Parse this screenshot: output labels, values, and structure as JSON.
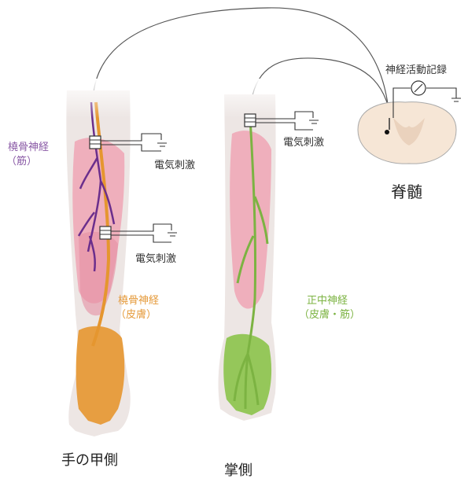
{
  "labels": {
    "radial_nerve_muscle_1": "橈骨神経",
    "radial_nerve_muscle_2": "（筋）",
    "radial_nerve_skin_1": "橈骨神経",
    "radial_nerve_skin_2": "（皮膚）",
    "median_nerve_1": "正中神経",
    "median_nerve_2": "（皮膚・筋）",
    "stim_1": "電気刺激",
    "stim_2": "電気刺激",
    "stim_3": "電気刺激",
    "recording": "神経活動記録",
    "spinal_cord": "脊髄",
    "dorsal_side": "手の甲側",
    "palmar_side": "掌側"
  },
  "colors": {
    "radial_muscle_nerve": "#6b2e8c",
    "radial_skin_nerve": "#e5962f",
    "median_nerve": "#8bc34a",
    "muscle": "#eea5b5",
    "skin": "#ede6e4",
    "spinal_cord": "#f6e6d6",
    "wire": "#555555"
  }
}
